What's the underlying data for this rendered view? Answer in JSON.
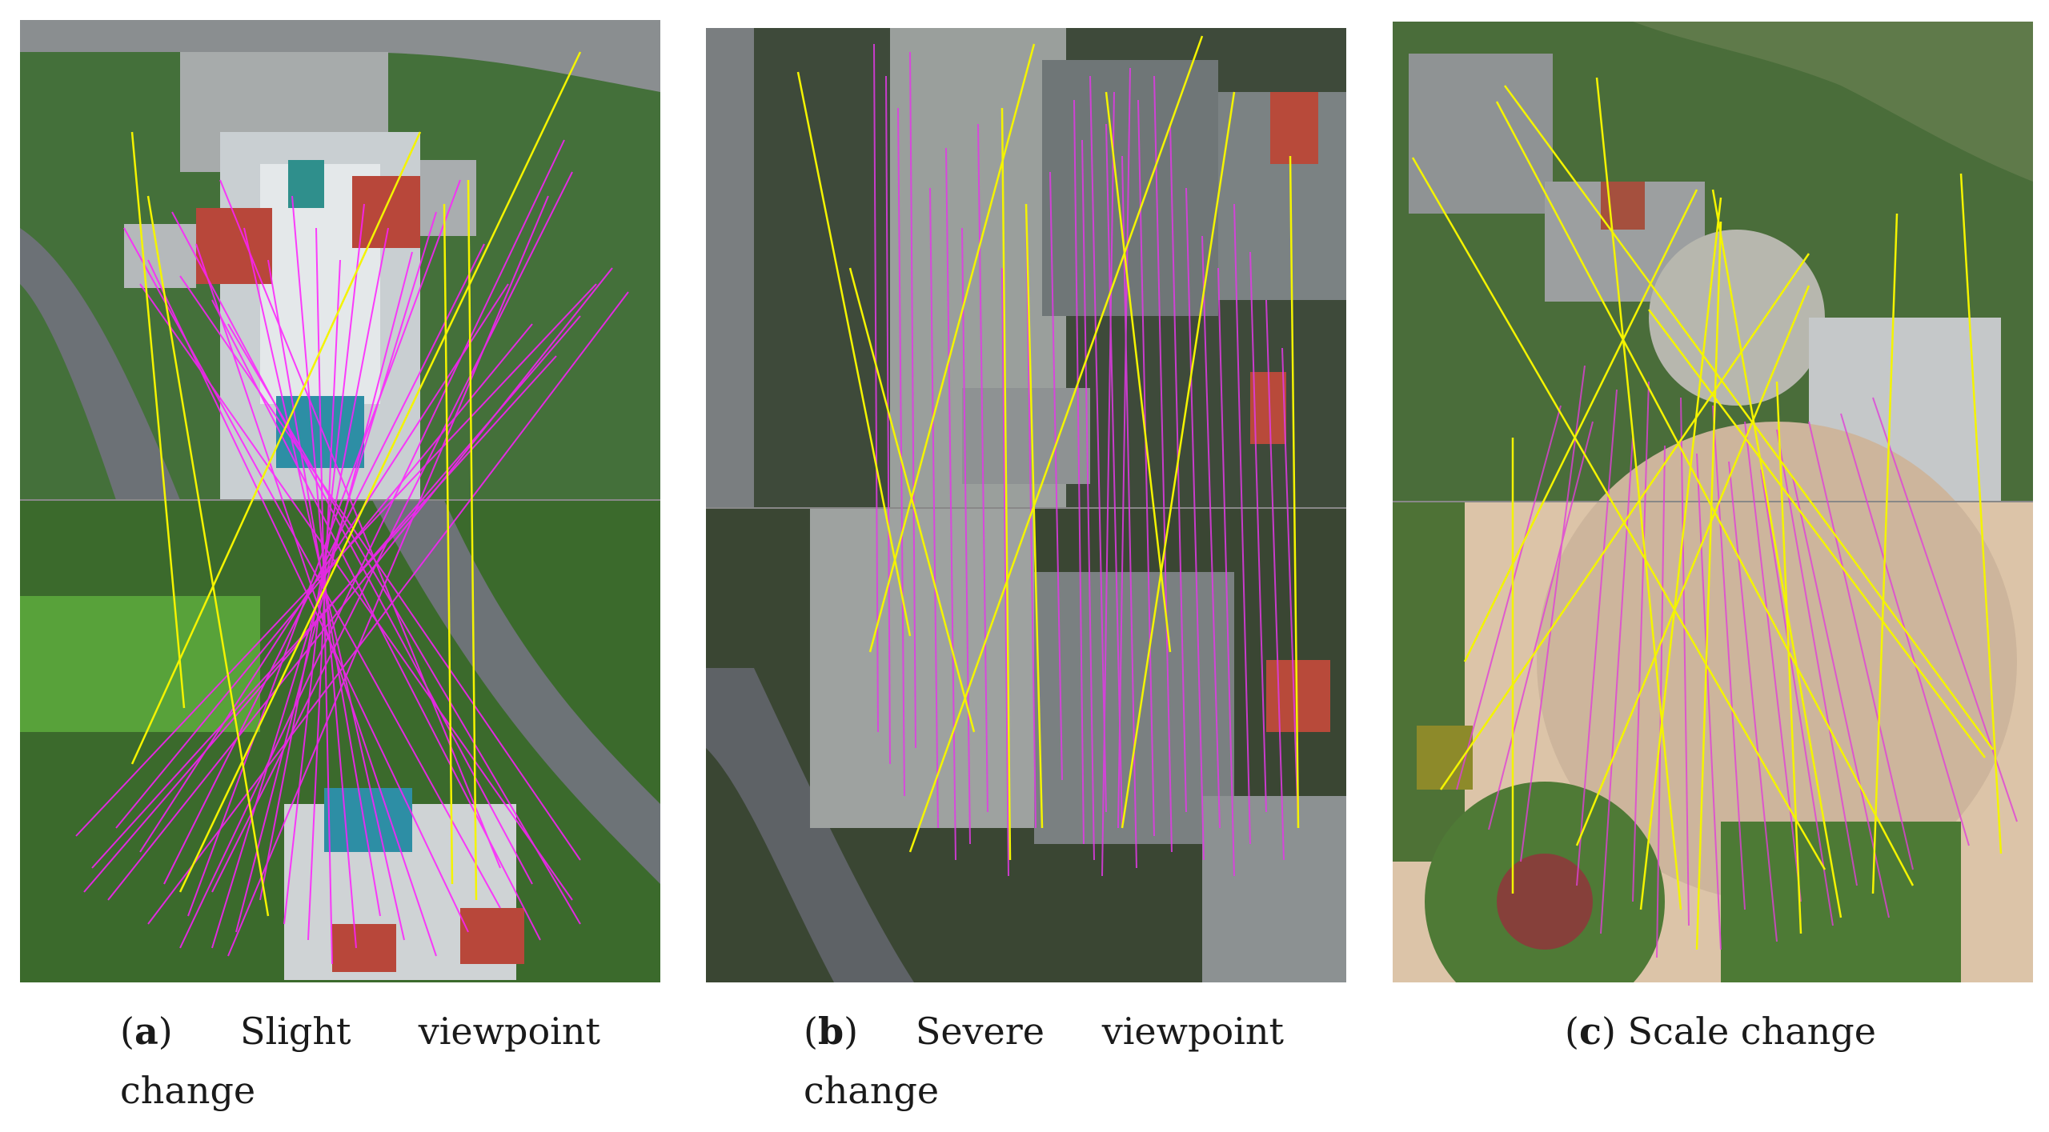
{
  "figure": {
    "panels": [
      {
        "id": "a",
        "letter": "a",
        "caption_words": [
          "Slight",
          "viewpoint"
        ],
        "caption_cont": "change",
        "colors": {
          "inlier": "#ff22ff",
          "outlier": "#f2f200",
          "green": "#3d6a2a",
          "road": "#6e7378",
          "roof": "#b84a3a"
        }
      },
      {
        "id": "b",
        "letter": "b",
        "caption_words": [
          "Severe",
          "viewpoint"
        ],
        "caption_cont": "change",
        "colors": {
          "inlier": "#e23ae6",
          "outlier": "#f2f200",
          "green": "#2f4a25",
          "road": "#5a5e62",
          "roof": "#b84a3a"
        }
      },
      {
        "id": "c",
        "letter": "c",
        "caption_words": [
          "Scale change"
        ],
        "caption_cont": "",
        "colors": {
          "inlier": "#e040d8",
          "outlier": "#f2f200",
          "green": "#4d7a35",
          "road": "#d8c0a6",
          "roof": "#a5503e"
        }
      }
    ]
  }
}
